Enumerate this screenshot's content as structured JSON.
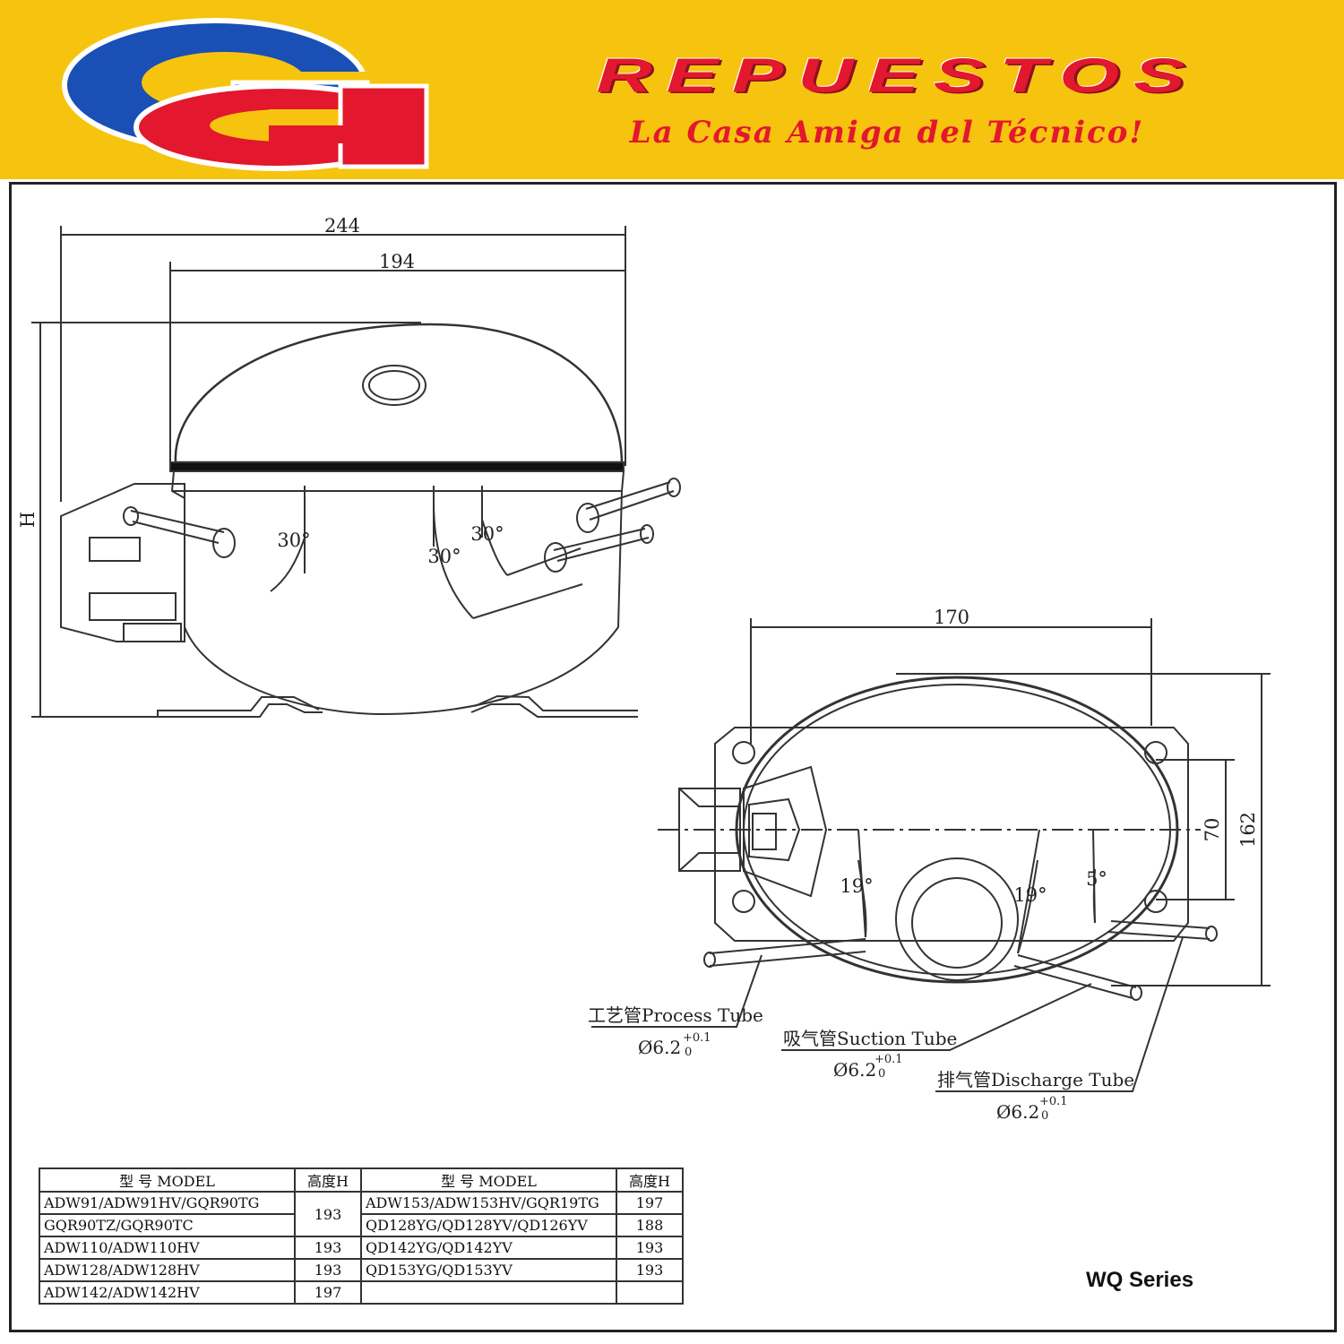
{
  "banner": {
    "logo_letters": "GG",
    "title": "REPUESTOS",
    "slogan": "La Casa Amiga del Técnico!",
    "colors": {
      "background": "#f6c40e",
      "red": "#e3172d",
      "blue": "#1a4fb5"
    }
  },
  "side_view": {
    "dim_total_width": "244",
    "dim_body_width": "194",
    "dim_height": "H",
    "angle_left": "30°",
    "angle_mid": "30°",
    "angle_right": "30°"
  },
  "top_view": {
    "dim_width": "170",
    "dim_mount": "70",
    "dim_depth": "162",
    "angle_a": "19°",
    "angle_b": "19°",
    "angle_c": "5°"
  },
  "tubes": {
    "process": {
      "label": "工艺管Process Tube",
      "size": "Ø6.2",
      "tol_upper": "+0.1",
      "tol_lower": "0"
    },
    "suction": {
      "label": "吸气管Suction Tube",
      "size": "Ø6.2",
      "tol_upper": "+0.1",
      "tol_lower": "0"
    },
    "discharge": {
      "label": "排气管Discharge Tube",
      "size": "Ø6.2",
      "tol_upper": "+0.1",
      "tol_lower": "0"
    }
  },
  "model_table": {
    "header_model": "型  号 MODEL",
    "header_height": "高度H",
    "left": [
      {
        "model": "ADW91/ADW91HV/GQR90TG",
        "height": "193"
      },
      {
        "model": "GQR90TZ/GQR90TC",
        "height": ""
      },
      {
        "model": "ADW110/ADW110HV",
        "height": "193"
      },
      {
        "model": "ADW128/ADW128HV",
        "height": "193"
      },
      {
        "model": "ADW142/ADW142HV",
        "height": "197"
      }
    ],
    "right": [
      {
        "model": "ADW153/ADW153HV/GQR19TG",
        "height": "197"
      },
      {
        "model": "QD128YG/QD128YV/QD126YV",
        "height": "188"
      },
      {
        "model": "QD142YG/QD142YV",
        "height": "193"
      },
      {
        "model": "QD153YG/QD153YV",
        "height": "193"
      },
      {
        "model": "",
        "height": ""
      }
    ]
  },
  "series_label": "WQ Series"
}
